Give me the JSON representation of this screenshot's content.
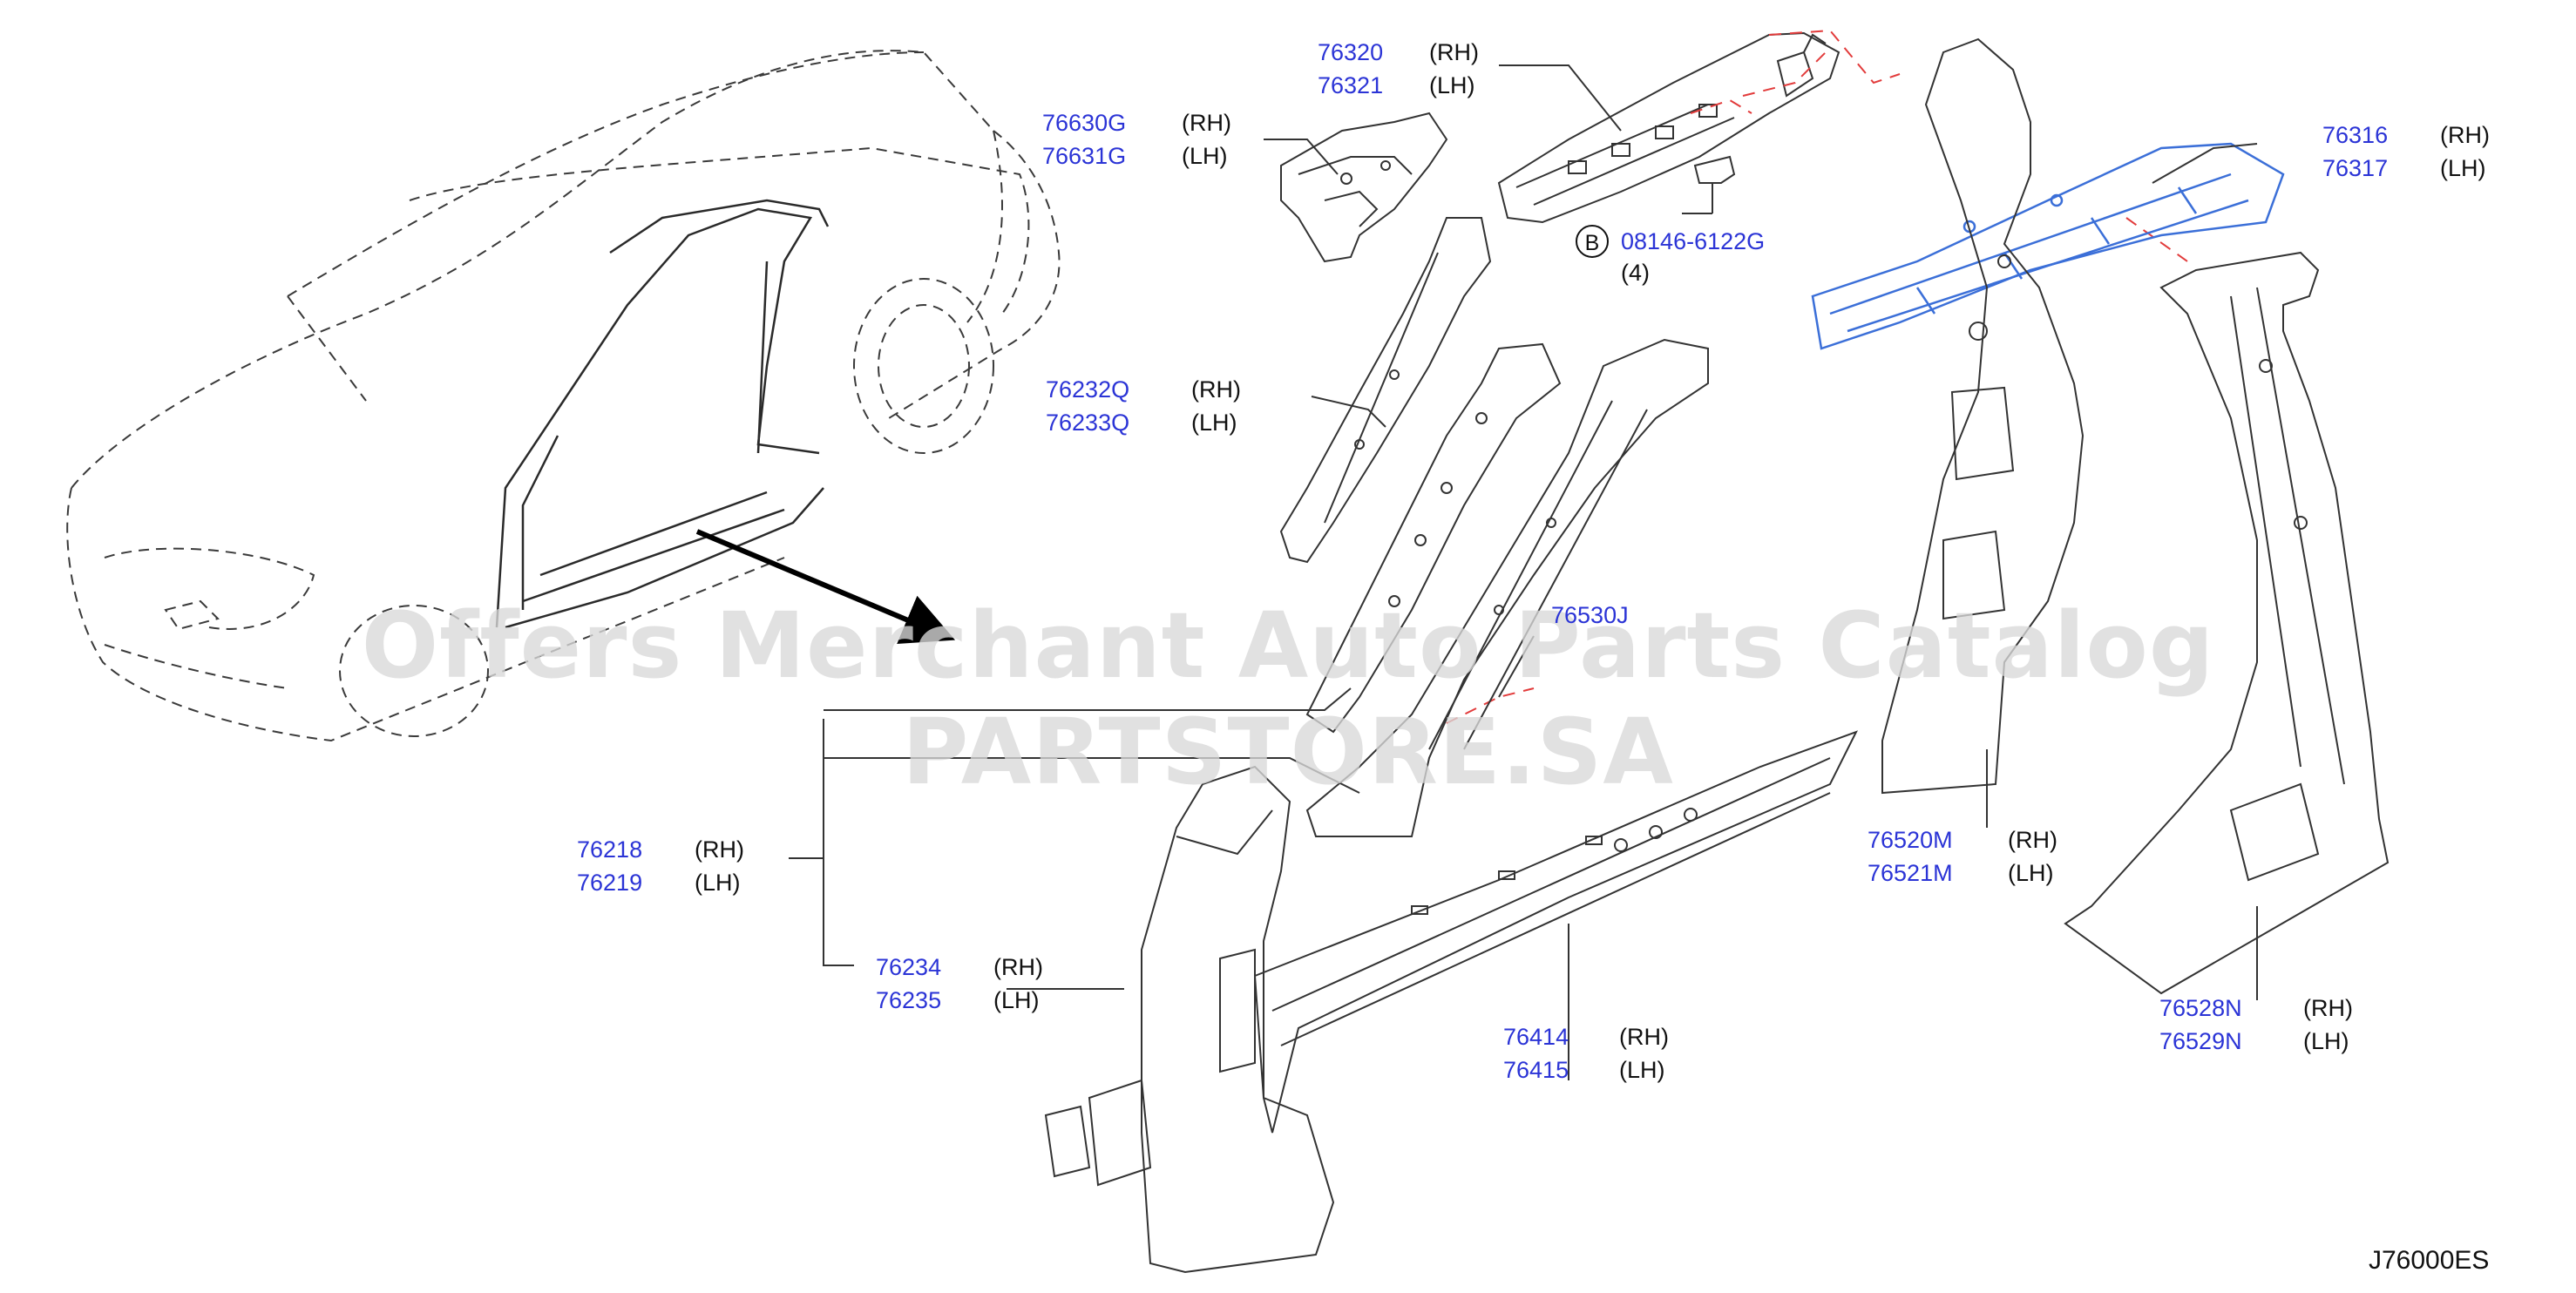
{
  "callouts": [
    {
      "rh": "76320",
      "lh": "76321",
      "rh_side": "(RH)",
      "lh_side": "(LH)"
    },
    {
      "rh": "76630G",
      "lh": "76631G",
      "rh_side": "(RH)",
      "lh_side": "(LH)"
    },
    {
      "rh": "76316",
      "lh": "76317",
      "rh_side": "(RH)",
      "lh_side": "(LH)"
    },
    {
      "rh": "76232Q",
      "lh": "76233Q",
      "rh_side": "(RH)",
      "lh_side": "(LH)"
    },
    {
      "rh": "76218",
      "lh": "76219",
      "rh_side": "(RH)",
      "lh_side": "(LH)"
    },
    {
      "rh": "76234",
      "lh": "76235",
      "rh_side": "(RH)",
      "lh_side": "(LH)"
    },
    {
      "rh": "76414",
      "lh": "76415",
      "rh_side": "(RH)",
      "lh_side": "(LH)"
    },
    {
      "rh": "76520M",
      "lh": "76521M",
      "rh_side": "(RH)",
      "lh_side": "(LH)"
    },
    {
      "rh": "76528N",
      "lh": "76529N",
      "rh_side": "(RH)",
      "lh_side": "(LH)"
    }
  ],
  "single_part": "76530J",
  "bolt": {
    "bubble": "B",
    "number": "08146-6122G",
    "qty": "(4)"
  },
  "watermark": "Offers Merchant Auto Parts Catalog PARTSTORE.SA",
  "diagram_code": "J76000ES",
  "colors": {
    "part_number": "#2b34d6",
    "line": "#333333",
    "highlight": "#3b6fd8",
    "dashed_guide": "#e23b3b"
  }
}
